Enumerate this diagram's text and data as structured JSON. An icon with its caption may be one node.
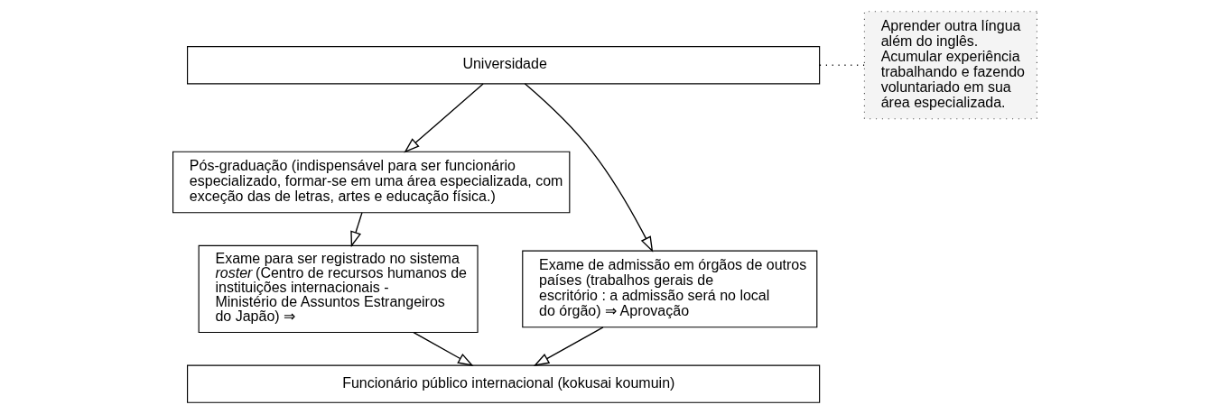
{
  "diagram": {
    "nodes": [
      {
        "text": [
          "Universidade"
        ]
      },
      {
        "text": [
          "Pós-graduação (indispensável para ser funcionário especializado, formar-se em uma área especializada, com exceção das de letras, artes e educação física.)"
        ]
      },
      {
        "text": [
          "Exame para ser registrado no sistema *roster* (Centro de recursos humanos de instituições internacionais - Ministério de Assuntos Estrangeiros do Japão) ⇒"
        ]
      },
      {
        "text": [
          "Exame de admissão em órgãos de outros países (trabalhos gerais de escritório : a admissão será no local do órgão) ⇒ Aprovação"
        ]
      },
      {
        "text": [
          "Funcionário público internacional (kokusai koumuin)"
        ]
      },
      {
        "text": [
          "Aprender outra língua além do inglês. Acumular experiência trabalhando e fazendo voluntariado em sua área especializada."
        ]
      }
    ],
    "edges": [
      {
        "from": 0,
        "to": 1,
        "arrow": "to"
      },
      {
        "from": 1,
        "to": 2,
        "arrow": "to"
      },
      {
        "from": 0,
        "to": 3,
        "arrow": "to"
      },
      {
        "from": 2,
        "to": 4,
        "arrow": "to"
      },
      {
        "from": 3,
        "to": 4,
        "arrow": "to"
      },
      {
        "from": 5,
        "to": 0,
        "arrow": "none",
        "style": "dashed"
      }
    ]
  }
}
